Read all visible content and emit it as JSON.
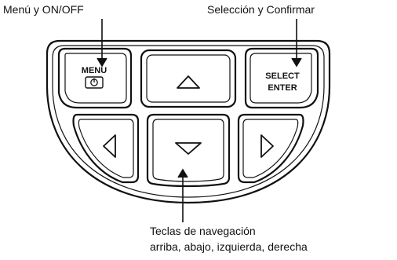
{
  "labels": {
    "menu_onoff": "Menú y ON/OFF",
    "select_confirm": "Selección y Confirmar",
    "nav_line1": "Teclas de navegación",
    "nav_line2": "arriba, abajo, izquierda, derecha"
  },
  "keys": {
    "menu": {
      "line1": "MENU",
      "icon": "power-icon"
    },
    "select": {
      "line1": "SELECT",
      "line2": "ENTER"
    },
    "up": {
      "icon": "triangle-up-icon"
    },
    "down": {
      "icon": "triangle-down-icon"
    },
    "left": {
      "icon": "triangle-left-icon"
    },
    "right": {
      "icon": "triangle-right-icon"
    }
  },
  "colors": {
    "outline": "#111111",
    "background": "#ffffff"
  }
}
